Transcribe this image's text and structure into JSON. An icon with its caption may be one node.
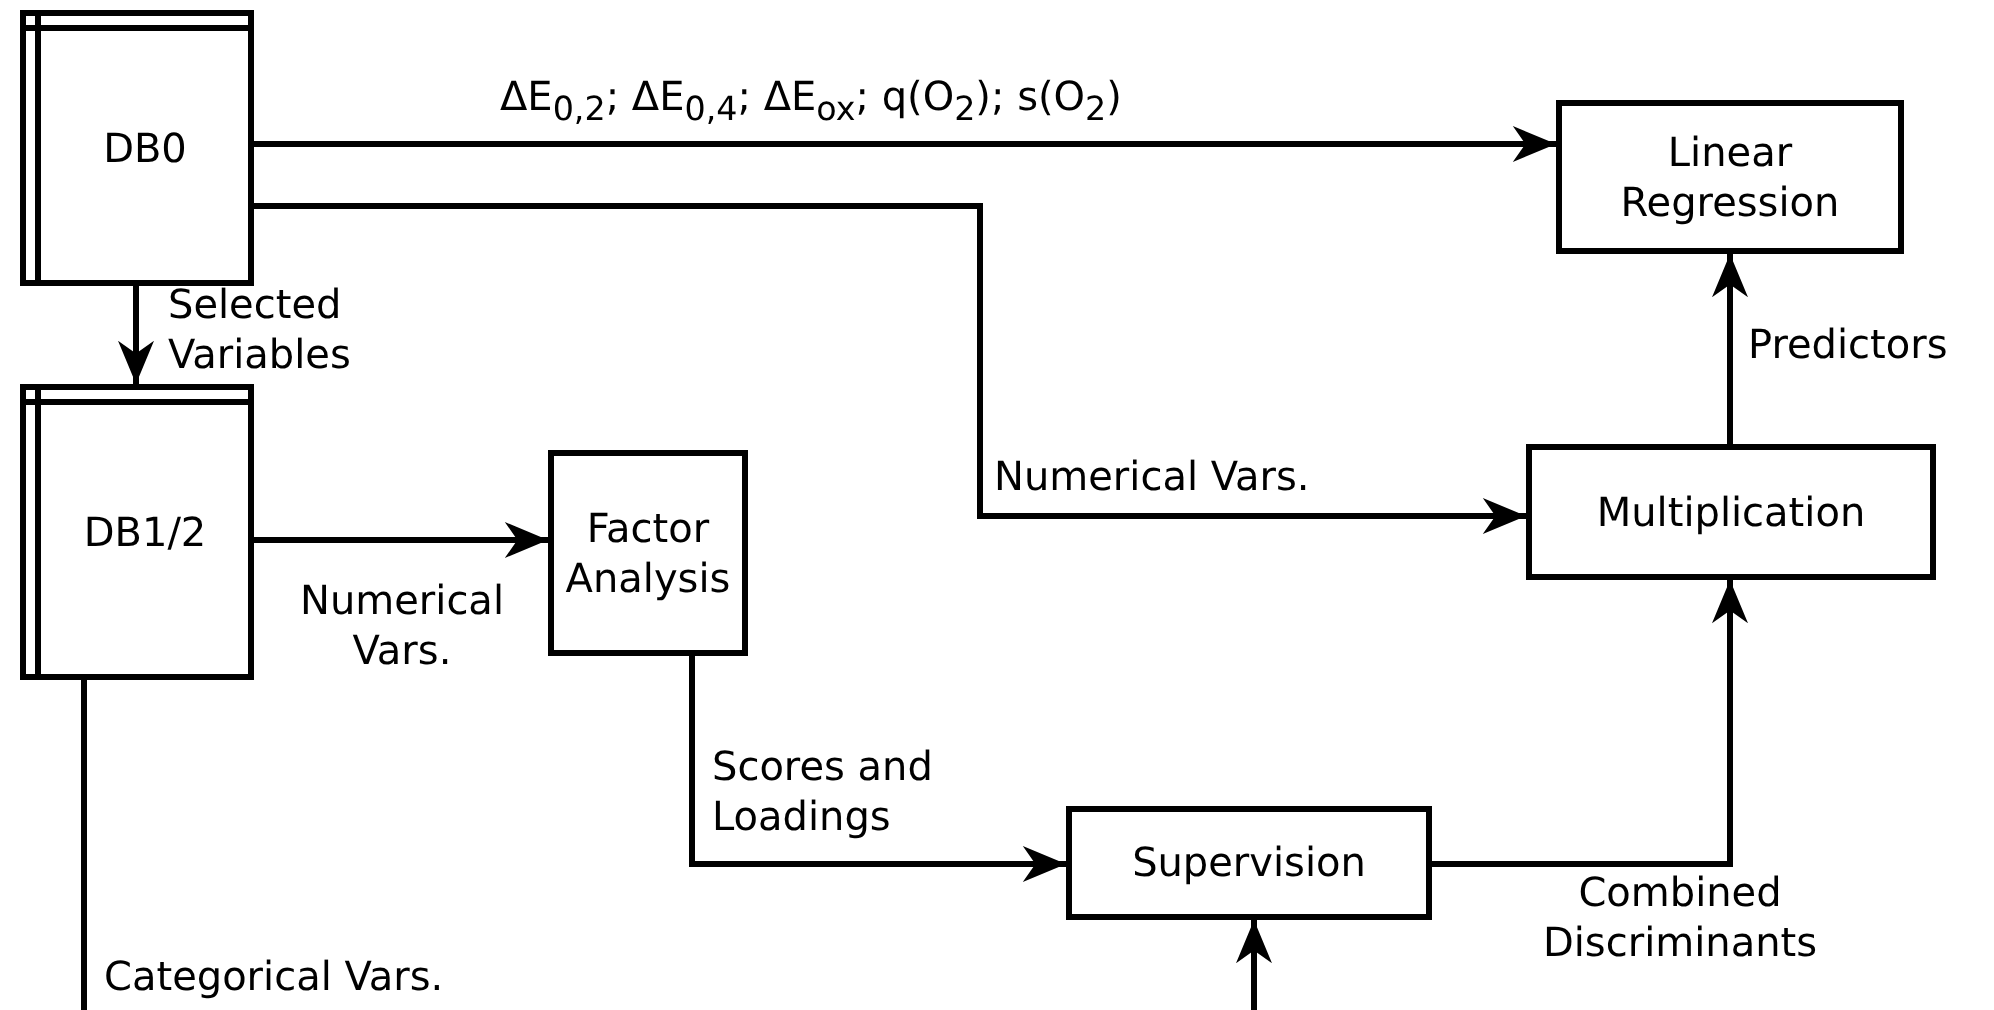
{
  "diagram": {
    "nodes": [
      {
        "text": [
          "DB0"
        ]
      },
      {
        "text": [
          "Linear Regression"
        ]
      },
      {
        "text": [
          "DB1/2"
        ]
      },
      {
        "text": [
          "Factor Analysis"
        ]
      },
      {
        "text": [
          "Multiplication"
        ]
      },
      {
        "text": [
          "Supervision"
        ]
      }
    ],
    "edges": [
      {
        "from": 0,
        "to": 1,
        "arrow": "to",
        "label": "ΔE$_{0,2}$; ΔE$_{0,4}$; ΔE$_{ox}$; q(O$_{2}$); s(O$_{2}$)"
      },
      {
        "from": 0,
        "to": 2,
        "arrow": "to",
        "label": "Selected Variables"
      },
      {
        "from": 0,
        "to": 4,
        "arrow": "to",
        "label": "Numerical Vars."
      },
      {
        "from": 2,
        "to": 3,
        "arrow": "to",
        "label": "Numerical Vars."
      },
      {
        "from": 3,
        "to": 5,
        "arrow": "to",
        "label": "Scores and Loadings"
      },
      {
        "from": 5,
        "to": 4,
        "arrow": "to",
        "label": "Combined Discriminants"
      },
      {
        "from": 4,
        "to": 1,
        "arrow": "to",
        "label": "Predictors"
      },
      {
        "from": 2,
        "to": null,
        "arrow": "none",
        "label": "Categorical Vars."
      },
      {
        "from": null,
        "to": 5,
        "arrow": "to"
      }
    ]
  }
}
